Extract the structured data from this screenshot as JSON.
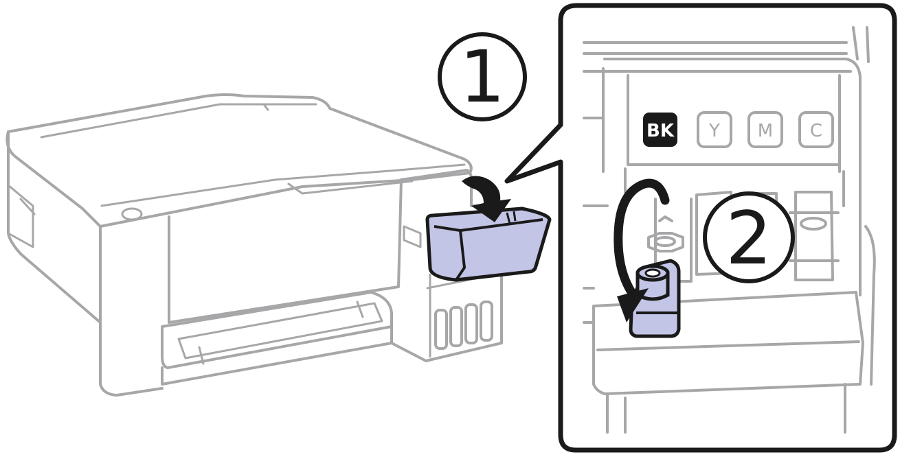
{
  "steps": [
    {
      "number": "1"
    },
    {
      "number": "2"
    }
  ],
  "ink_labels": [
    {
      "text": "BK",
      "active": true
    },
    {
      "text": "Y",
      "active": false
    },
    {
      "text": "M",
      "active": false
    },
    {
      "text": "C",
      "active": false
    }
  ],
  "colors": {
    "line_art": "#a7a7a9",
    "outline": "#1a1a1a",
    "highlight": "#c3c5e6",
    "active_label_bg": "#1a1a1a",
    "active_label_text": "#ffffff"
  }
}
